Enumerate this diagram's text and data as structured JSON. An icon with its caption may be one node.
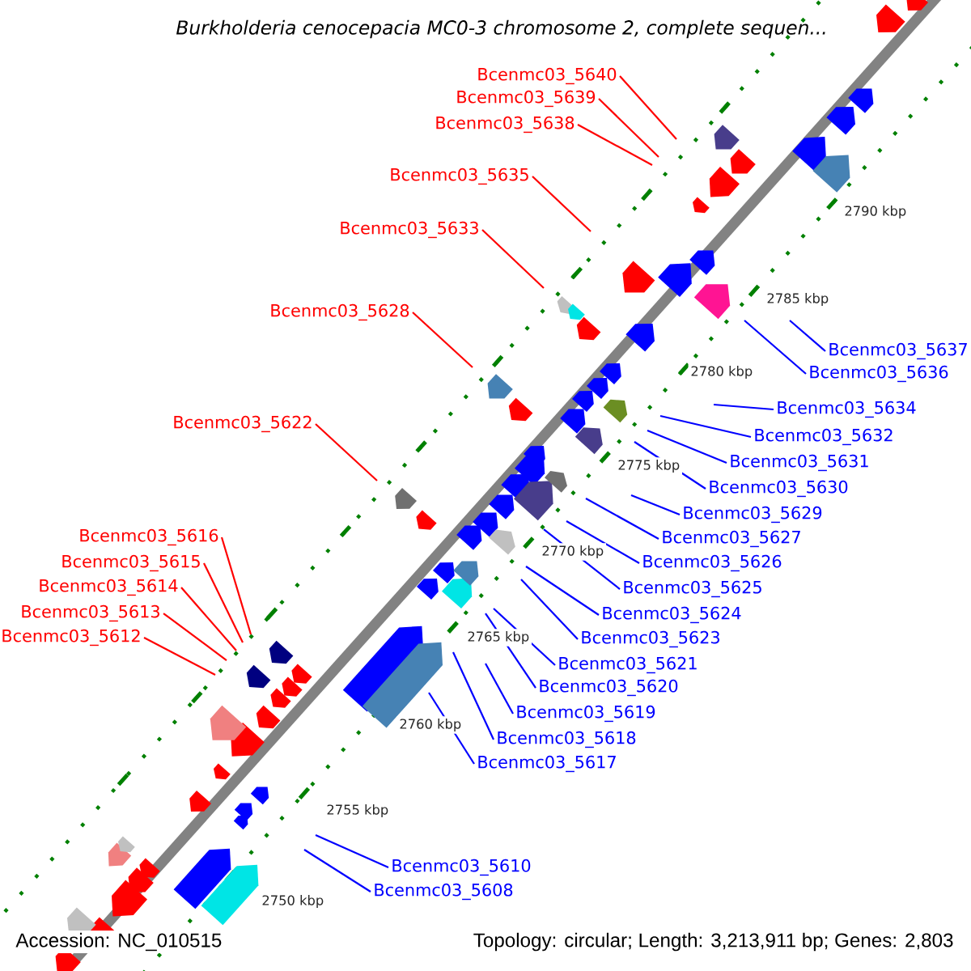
{
  "diagram": {
    "title": "Burkholderia cenocepacia MC0-3 chromosome 2, complete sequen...",
    "nodes": [
      {
        "text": [
          "Bcenmc03_5640"
        ]
      },
      {
        "text": [
          "Bcenmc03_5639"
        ]
      },
      {
        "text": [
          "Bcenmc03_5638"
        ]
      },
      {
        "text": [
          "Bcenmc03_5635"
        ]
      },
      {
        "text": [
          "Bcenmc03_5633"
        ]
      },
      {
        "text": [
          "Bcenmc03_5628"
        ]
      },
      {
        "text": [
          "Bcenmc03_5637"
        ]
      },
      {
        "text": [
          "Bcenmc03_5636"
        ]
      },
      {
        "text": [
          "Bcenmc03_5634"
        ]
      },
      {
        "text": [
          "Bcenmc03_5622"
        ]
      },
      {
        "text": [
          "Bcenmc03_5632"
        ]
      },
      {
        "text": [
          "Bcenmc03_5631"
        ]
      },
      {
        "text": [
          "Bcenmc03_5630"
        ]
      },
      {
        "text": [
          "Bcenmc03_5629"
        ]
      },
      {
        "text": [
          "Bcenmc03_5616"
        ]
      },
      {
        "text": [
          "Bcenmc03_5627"
        ]
      },
      {
        "text": [
          "Bcenmc03_5615"
        ]
      },
      {
        "text": [
          "Bcenmc03_5626"
        ]
      },
      {
        "text": [
          "Bcenmc03_5614"
        ]
      },
      {
        "text": [
          "Bcenmc03_5625"
        ]
      },
      {
        "text": [
          "Bcenmc03_5613"
        ]
      },
      {
        "text": [
          "Bcenmc03_5624"
        ]
      },
      {
        "text": [
          "Bcenmc03_5612"
        ]
      },
      {
        "text": [
          "Bcenmc03_5623"
        ]
      },
      {
        "text": [
          "Bcenmc03_5621"
        ]
      },
      {
        "text": [
          "Bcenmc03_5620"
        ]
      },
      {
        "text": [
          "Bcenmc03_5619"
        ]
      },
      {
        "text": [
          "Bcenmc03_5618"
        ]
      },
      {
        "text": [
          "Bcenmc03_5617"
        ]
      },
      {
        "text": [
          "Bcenmc03_5610"
        ]
      },
      {
        "text": [
          "Bcenmc03_5608"
        ]
      }
    ],
    "edges": [
      {
        "from": 0,
        "to": null,
        "arrow": "none",
        "color": "#ff0000"
      },
      {
        "from": 1,
        "to": null,
        "arrow": "none",
        "color": "#ff0000"
      },
      {
        "from": 2,
        "to": null,
        "arrow": "none",
        "color": "#ff0000"
      },
      {
        "from": 3,
        "to": null,
        "arrow": "none",
        "color": "#ff0000"
      },
      {
        "from": 4,
        "to": null,
        "arrow": "none",
        "color": "#ff0000"
      },
      {
        "from": 5,
        "to": null,
        "arrow": "none",
        "color": "#ff0000"
      },
      {
        "from": 6,
        "to": null,
        "arrow": "none"
      },
      {
        "from": 7,
        "to": null,
        "arrow": "none"
      },
      {
        "from": 8,
        "to": null,
        "arrow": "none"
      },
      {
        "from": 9,
        "to": null,
        "arrow": "none",
        "color": "#ff0000"
      },
      {
        "from": 10,
        "to": null,
        "arrow": "none"
      },
      {
        "from": 11,
        "to": null,
        "arrow": "none"
      },
      {
        "from": 12,
        "to": null,
        "arrow": "none"
      },
      {
        "from": 13,
        "to": null,
        "arrow": "none"
      },
      {
        "from": 14,
        "to": null,
        "arrow": "none",
        "color": "#ff0000"
      },
      {
        "from": 15,
        "to": null,
        "arrow": "none"
      },
      {
        "from": 16,
        "to": null,
        "arrow": "none",
        "color": "#ff0000"
      },
      {
        "from": 17,
        "to": null,
        "arrow": "none"
      },
      {
        "from": 18,
        "to": null,
        "arrow": "none",
        "color": "#ff0000"
      },
      {
        "from": 19,
        "to": null,
        "arrow": "none"
      },
      {
        "from": 20,
        "to": null,
        "arrow": "none",
        "color": "#ff0000"
      },
      {
        "from": 21,
        "to": null,
        "arrow": "none"
      },
      {
        "from": 22,
        "to": null,
        "arrow": "none",
        "color": "#ff0000"
      },
      {
        "from": 23,
        "to": null,
        "arrow": "none"
      },
      {
        "from": 24,
        "to": null,
        "arrow": "none"
      },
      {
        "from": 25,
        "to": null,
        "arrow": "none"
      },
      {
        "from": 26,
        "to": null,
        "arrow": "none"
      },
      {
        "from": 27,
        "to": null,
        "arrow": "none"
      },
      {
        "from": 28,
        "to": null,
        "arrow": "none"
      },
      {
        "from": 29,
        "to": null,
        "arrow": "none"
      },
      {
        "from": 30,
        "to": null,
        "arrow": "none"
      }
    ],
    "labels": [
      "2790 kbp",
      "2785 kbp",
      "2780 kbp",
      "2775 kbp",
      "2770 kbp",
      "2765 kbp",
      "2760 kbp",
      "2755 kbp",
      "2750 kbp",
      "Accession: NC_010515",
      "Topology: circular; Length: 3,213,911 bp; Genes: 2,803"
    ]
  }
}
